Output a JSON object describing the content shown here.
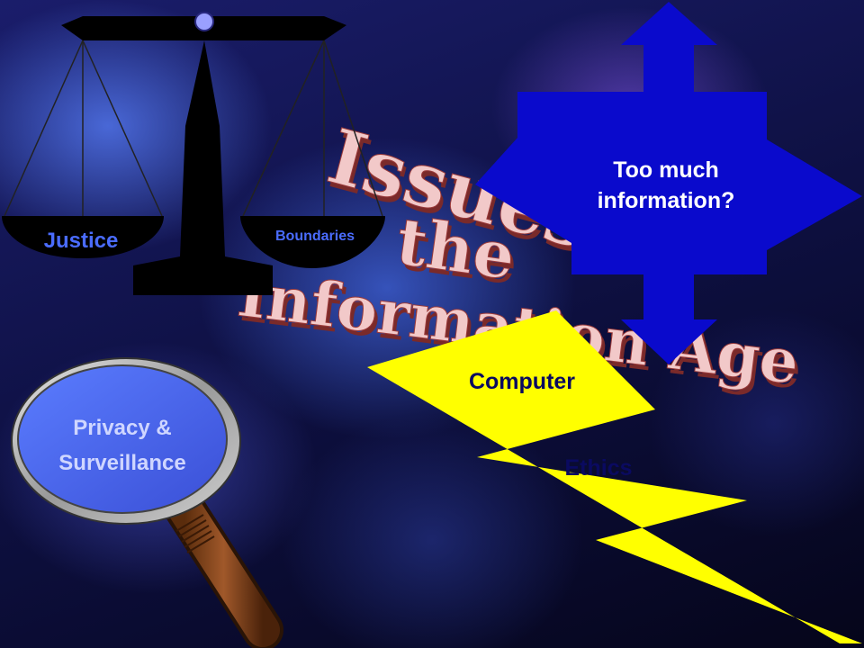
{
  "title": {
    "line1": "Issues of",
    "line2": "the",
    "line3": "Information Age"
  },
  "scale": {
    "left_pan_label": "Justice",
    "right_pan_label": "Boundaries"
  },
  "arrows": {
    "label": "Too much information?"
  },
  "magnifier": {
    "label_line1": "Privacy &",
    "label_line2": "Surveillance"
  },
  "bolt": {
    "label_top": "Computer",
    "label_bottom": "Ethics"
  },
  "colors": {
    "scale": "#000000",
    "arrows": "#0a0acc",
    "arrow_text": "#ffffff",
    "bolt": "#ffff00",
    "title_fill": "#f2c9c9",
    "title_shadow": "#7a2a2a",
    "magnifier_handle": "#8b4a1a",
    "magnifier_rim": "#b0b0b0"
  }
}
